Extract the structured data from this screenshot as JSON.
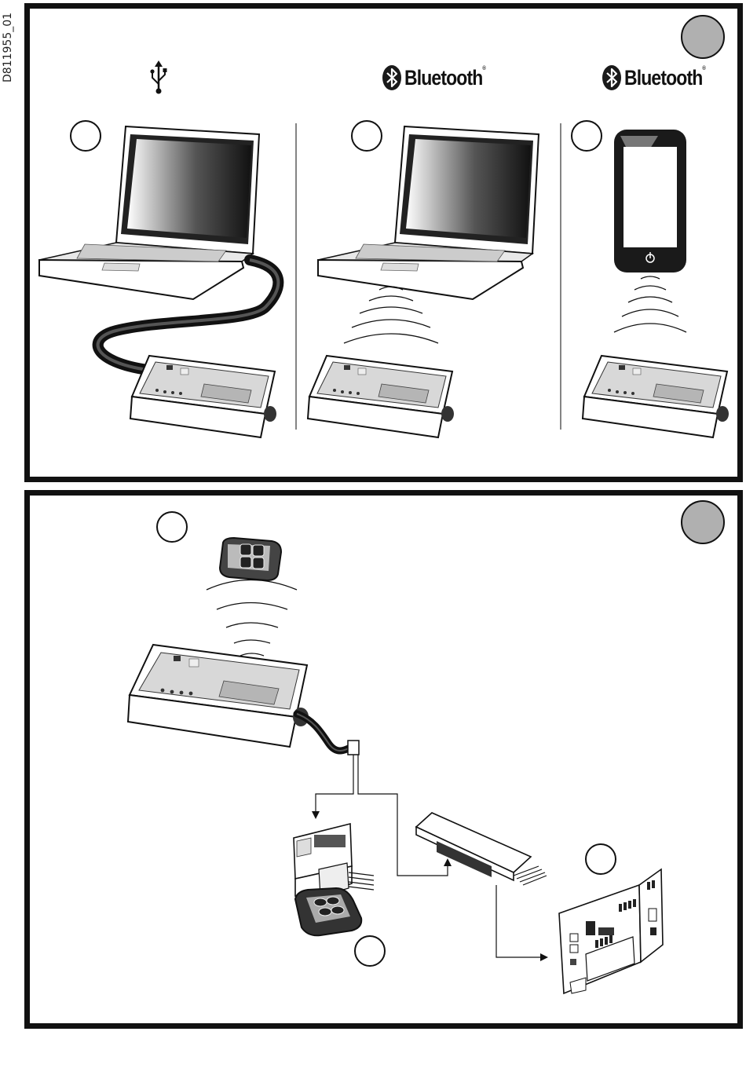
{
  "document_code": "D811955_01",
  "connection_labels": {
    "bluetooth_a": "Bluetooth",
    "bluetooth_b": "Bluetooth"
  },
  "icons": {
    "usb": "usb-icon",
    "bluetooth": "bluetooth-icon",
    "power": "power-icon"
  },
  "colors": {
    "frame": "#111111",
    "badge": "#b0b0b0",
    "screen_dark": "#1a1a1a"
  }
}
